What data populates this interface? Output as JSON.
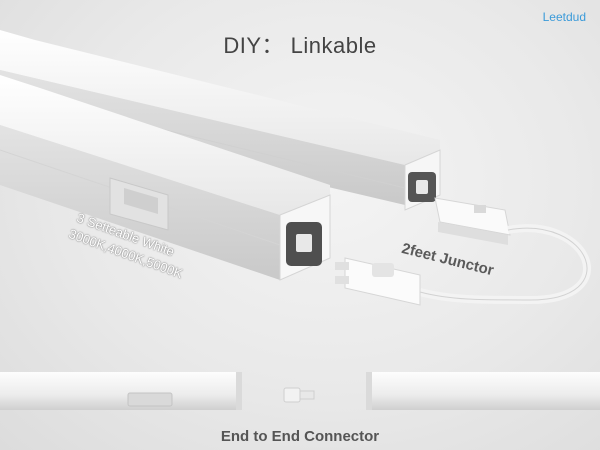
{
  "title": "DIY： Linkable",
  "brand": {
    "text": "Leetdud",
    "color": "#3a9ad9"
  },
  "labels": {
    "setteable_line1": "3 Setteable White",
    "setteable_line2": "3000K,4000K,5000K",
    "junctor": "2feet Junctor",
    "end_connector": "End to End Connector"
  },
  "icons": [
    "light-bar",
    "rocker-switch",
    "socket-plug",
    "junctor-cable",
    "end-connector"
  ],
  "colors": {
    "title": "#444444",
    "label_dark": "#555555",
    "bar_body": "#f2f2f2"
  }
}
